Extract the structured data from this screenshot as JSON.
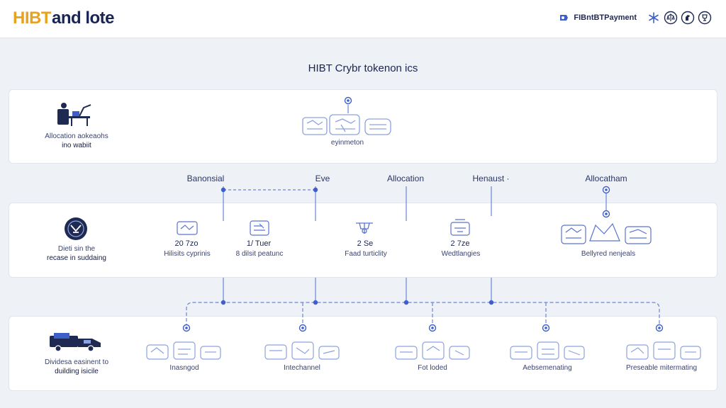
{
  "header": {
    "logo_mark": "HIBT",
    "logo_text": " and lote",
    "payment_label": "FIBntBTPayment"
  },
  "title": "HIBT Crybr tokenon ics",
  "colors": {
    "accent": "#3f5fc8",
    "line": "#6a86d9",
    "band_bg": "#ffffff",
    "page_bg": "#eef1f6",
    "logo_accent": "#e9a21f"
  },
  "row1": {
    "side_label_1": "Allocation aokeaohs",
    "side_label_2": "ino wabiit",
    "center_caption": "eyinmeton"
  },
  "columns": [
    "Banonsial",
    "Eve",
    "Allocation",
    "Henaust ·",
    "Allocatham"
  ],
  "row2": {
    "side_label_1": "Dieti sin the",
    "side_label_2": "recase in suddaing",
    "items": [
      {
        "value": "20 7zo",
        "caption": "Hilisits cyprinis"
      },
      {
        "value": "1/ Tuer",
        "caption": "8 dilsit peatunc"
      },
      {
        "value": "2 Se",
        "caption": "Faad turticlity"
      },
      {
        "value": "2 7ze",
        "caption": "Wedtlangies"
      },
      {
        "value": "",
        "caption": "Bellyred nenjeals"
      }
    ]
  },
  "row3": {
    "side_label_1": "Dividesa easinent to",
    "side_label_2": "duilding isicile",
    "items": [
      {
        "caption": "Inasngod"
      },
      {
        "caption": "Intechannel"
      },
      {
        "caption": "Fot loded"
      },
      {
        "caption": "Aebsemenating"
      },
      {
        "caption": "Preseable mitermating"
      }
    ]
  },
  "icons": [
    "payment-icon",
    "snowflake-icon",
    "scale-icon",
    "horse-icon",
    "trophy-icon"
  ]
}
